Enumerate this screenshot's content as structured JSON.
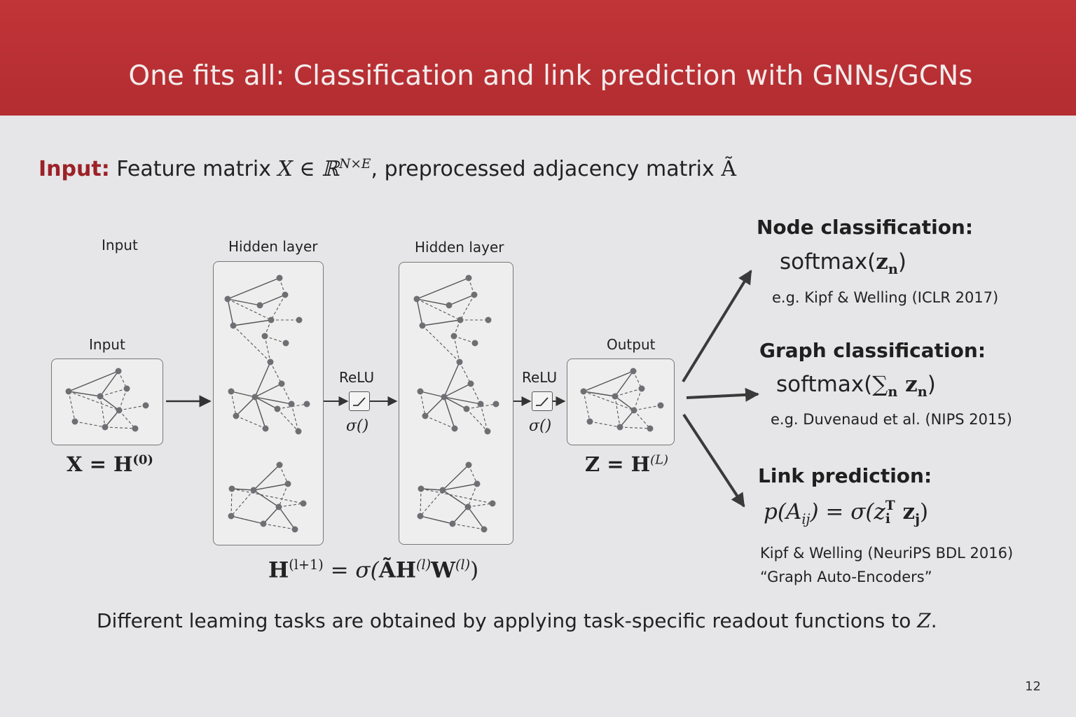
{
  "slide": {
    "title": "One fits all: Classification and link prediction with GNNs/GCNs",
    "page_number": "12"
  },
  "input_line": {
    "label": "Input:",
    "text_before": "Feature matrix",
    "feature_symbol": "X ∈ ℝ",
    "feature_dims": "N×E",
    "text_middle": ", preprocessed adjacency matrix",
    "adj_symbol": "Ã"
  },
  "diagram": {
    "input_column_label": "Input",
    "input_box_label": "Input",
    "hidden_label_1": "Hidden layer",
    "hidden_label_2": "Hidden layer",
    "output_label": "Output",
    "relu_label_1": "ReLU",
    "relu_label_2": "ReLU",
    "sigma_1": "σ()",
    "sigma_2": "σ()",
    "input_formula": {
      "lhs": "X = H",
      "sup": "(0)"
    },
    "output_formula": {
      "lhs": "Z = H",
      "sup": "(L)"
    },
    "propagation_formula": {
      "lhs": "H",
      "lhs_sup": "(l+1)",
      "eq": " = σ(",
      "adj": "ÃH",
      "h_sup": "(l)",
      "w": "W",
      "w_sup": "(l)",
      "close": ")"
    }
  },
  "tasks": {
    "node": {
      "heading": "Node classification:",
      "formula_prefix": "softmax(",
      "formula_z": "z",
      "formula_sub": "n",
      "formula_suffix": ")",
      "reference": "e.g. Kipf & Welling (ICLR 2017)"
    },
    "graph": {
      "heading": "Graph classification:",
      "formula_prefix": "softmax(",
      "formula_sum": "∑",
      "formula_sum_sub": "n",
      "formula_z": " z",
      "formula_sub": "n",
      "formula_suffix": ")",
      "reference": "e.g. Duvenaud et al. (NIPS 2015)"
    },
    "link": {
      "heading": "Link prediction:",
      "formula_p": "p(A",
      "formula_p_sub": "ij",
      "formula_mid": ") = σ(z",
      "formula_zi_sup": "T",
      "formula_zi_sub": "i",
      "formula_zj": " z",
      "formula_zj_sub": "j",
      "formula_suffix": ")",
      "reference_1": "Kipf & Welling (NeuriPS BDL 2016)",
      "reference_2": "“Graph Auto-Encoders”"
    }
  },
  "footer": {
    "text": "Different leaming tasks are obtained by applying task-specific readout functions to",
    "symbol": "Z",
    "period": "."
  },
  "colors": {
    "title_bar": "#b9302f",
    "accent_label": "#9b2227",
    "node": "#6f6f73",
    "edge": "#555555"
  }
}
